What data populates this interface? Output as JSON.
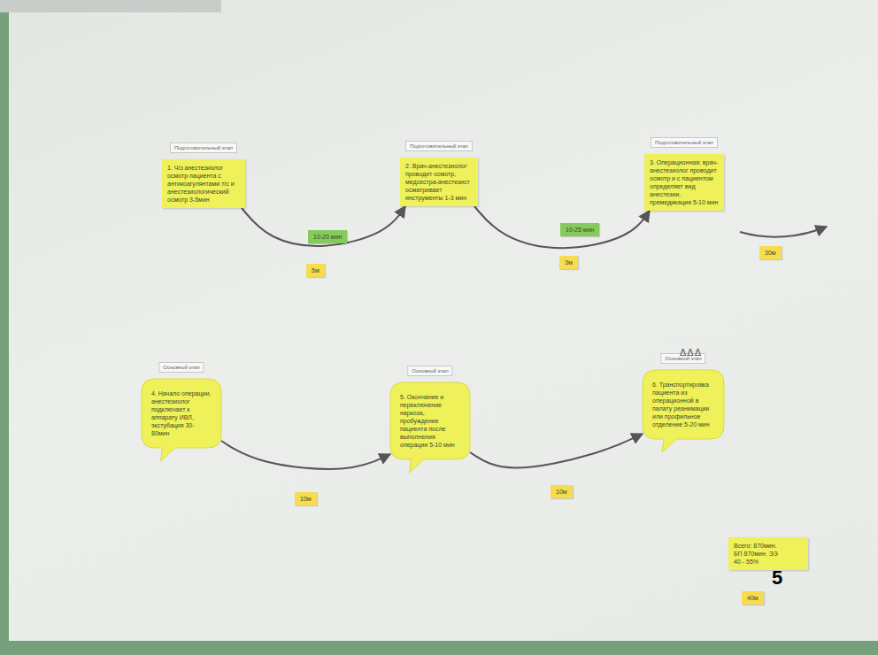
{
  "diagram": {
    "nodes": [
      {
        "text": [
          "Подготовительный этап",
          "1. Ч/з анестезиолог осмотр пациента с антикоагулянтами т/с и анестезиологический осмотр 3-5мин"
        ]
      },
      {
        "text": [
          "Подготовительный этап",
          "2. Врач-анестезиолог проводит осмотр, медсестра-анестезист осматривает инструменты 1-3 мин"
        ]
      },
      {
        "text": [
          "Подготовительный этап",
          "3. Операционная: врач-анестезиолог проводит осмотр и с пациентом определяет вид анестезии, премедикация 5-10 мин"
        ]
      },
      {
        "text": [
          "Основной этап",
          "4. Начало операции, анестезиолог подключает к аппарату ИВЛ, экстубация 30-80мин"
        ]
      },
      {
        "text": [
          "Основной этап",
          "5. Окончание и переключение наркоза, пробуждение пациента после выполнения операции 5-10 мин"
        ]
      },
      {
        "text": [
          "Основной этап",
          "6. Транспортировка пациента из операционной в палату реанимации или профильное отделение 5-20 мин"
        ]
      },
      {
        "text": [
          "Всего: 870мин. БП 870мин. ЭЭ 40 - 55%"
        ]
      }
    ],
    "edges": [
      {
        "from": 0,
        "to": 1,
        "arrow": "to",
        "label": "5м"
      },
      {
        "from": 1,
        "to": 2,
        "arrow": "to",
        "label": "3м"
      },
      {
        "from": 3,
        "to": 4,
        "arrow": "to",
        "label": "10м"
      },
      {
        "from": 4,
        "to": 5,
        "arrow": "to",
        "label": "10м"
      }
    ],
    "labels": [
      "10-20 мин",
      "10-25 мин",
      "30м",
      "ΔΔΔ",
      "40м",
      "5"
    ]
  }
}
